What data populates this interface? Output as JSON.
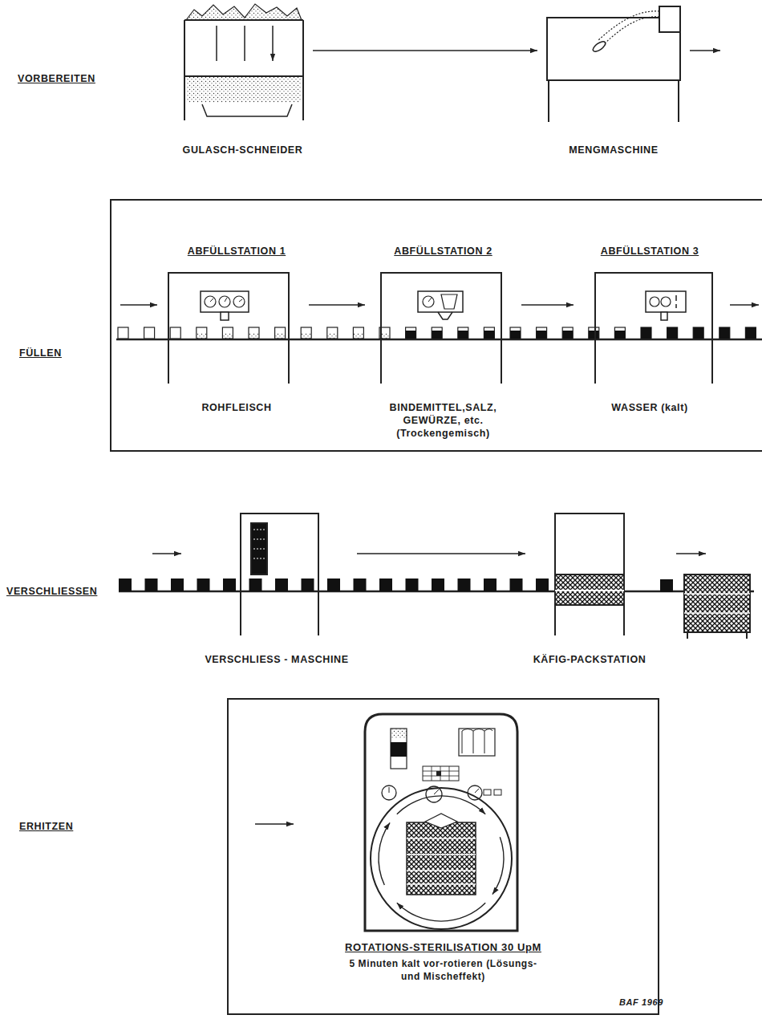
{
  "diagram": {
    "nodes": [
      {
        "text": [
          "GULASCH-SCHNEIDER"
        ]
      },
      {
        "text": [
          "MENGMASCHINE"
        ]
      },
      {
        "text": [
          "FÜLLEN"
        ]
      },
      {
        "text": [
          "ABFÜLLSTATION 1",
          "ROHFLEISCH"
        ],
        "in": 2
      },
      {
        "text": [
          "ABFÜLLSTATION 2",
          "BINDEMITTEL,SALZ, GEWÜRZE, etc. (Trockengemisch)"
        ],
        "in": 2
      },
      {
        "text": [
          "ABFÜLLSTATION 3",
          "WASSER (kalt)"
        ],
        "in": 2
      },
      {
        "text": [
          "VERSCHLIESS - MASCHINE"
        ]
      },
      {
        "text": [
          "KÄFIG-PACKSTATION"
        ]
      },
      {
        "text": [
          "ERHITZEN"
        ]
      },
      {
        "text": [
          "ROTATIONS-STERILISATION 30 UpM",
          "5 Minuten kalt vor-rotieren (Lösungs-und Mischeffekt)"
        ],
        "in": 8
      }
    ],
    "edges": [
      {
        "from": 0,
        "to": 1,
        "arrow": "to"
      },
      {
        "from": 3,
        "to": 4,
        "arrow": "to"
      },
      {
        "from": 4,
        "to": 5,
        "arrow": "to"
      },
      {
        "from": 6,
        "to": 7,
        "arrow": "to"
      }
    ],
    "labels": [
      "VORBEREITEN",
      "VERSCHLIESSEN",
      "BAF 1969"
    ]
  }
}
